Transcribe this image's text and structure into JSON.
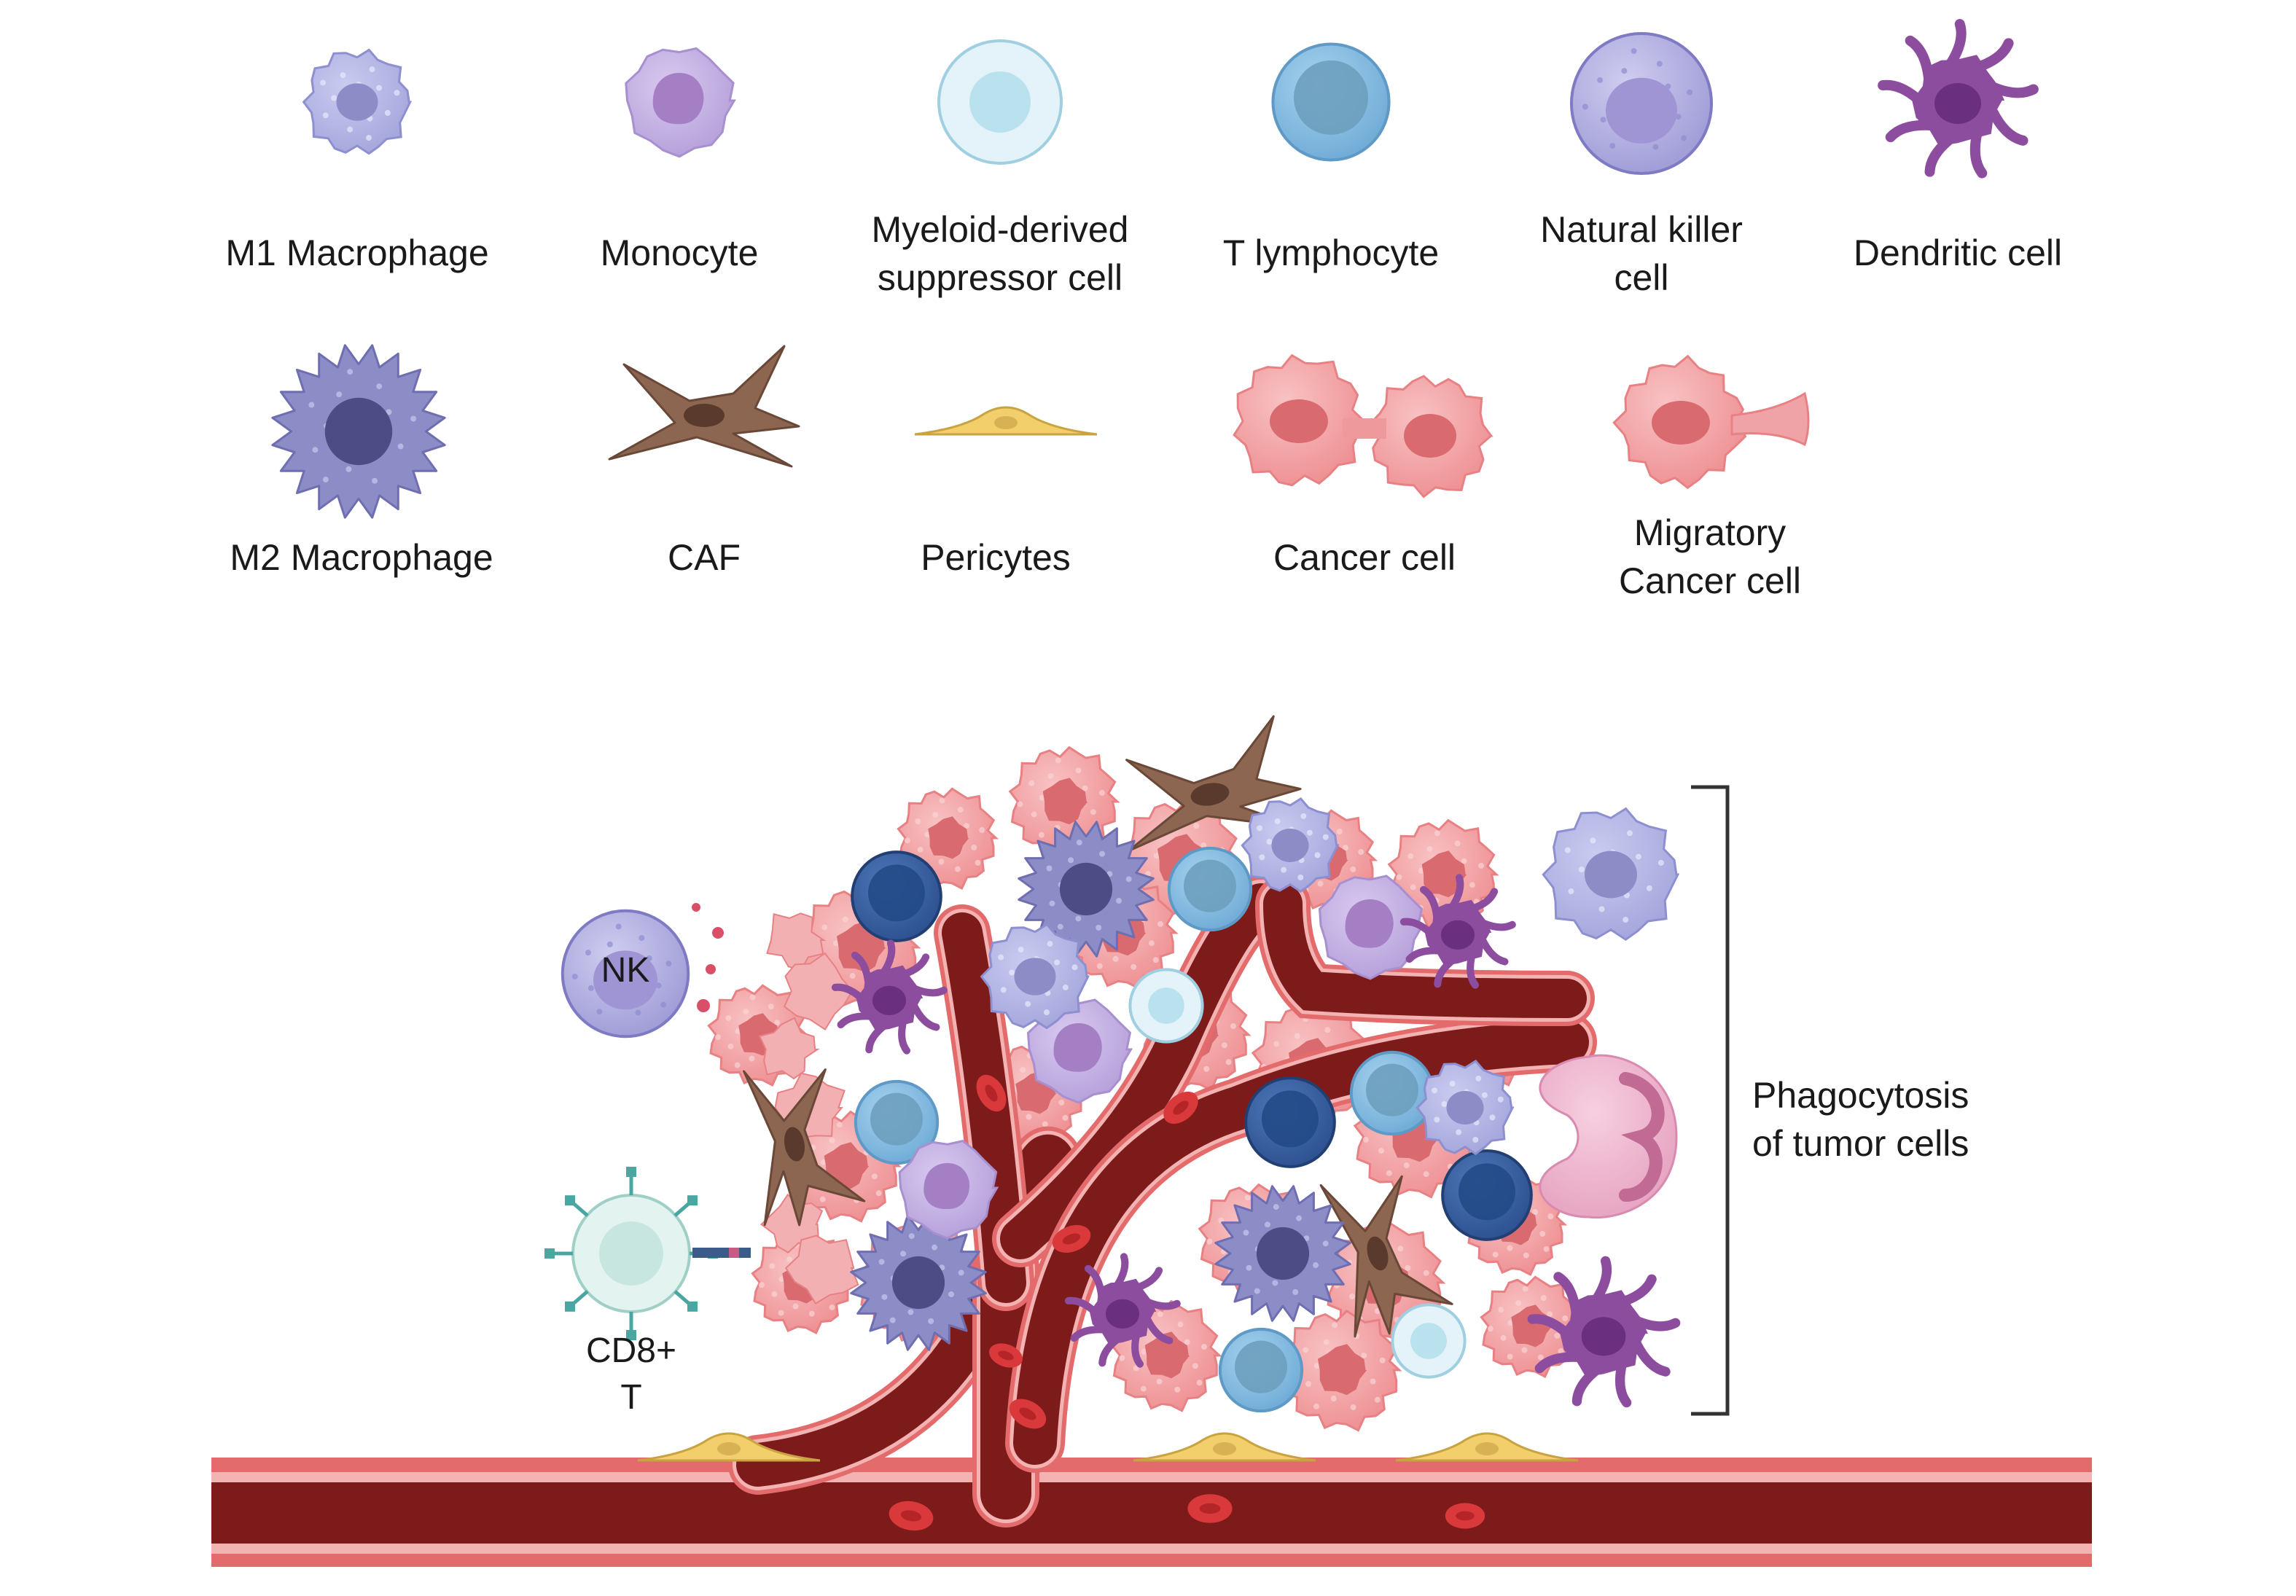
{
  "legend": {
    "row1": [
      {
        "key": "m1",
        "lines": [
          "M1 Macrophage"
        ]
      },
      {
        "key": "monocyte",
        "lines": [
          "Monocyte"
        ]
      },
      {
        "key": "mdsc",
        "lines": [
          "Myeloid-derived",
          "suppressor cell"
        ]
      },
      {
        "key": "t",
        "lines": [
          "T lymphocyte"
        ]
      },
      {
        "key": "nk",
        "lines": [
          "Natural killer",
          "cell"
        ]
      },
      {
        "key": "dc",
        "lines": [
          "Dendritic cell"
        ]
      }
    ],
    "row2": [
      {
        "key": "m2",
        "lines": [
          "M2 Macrophage"
        ]
      },
      {
        "key": "caf",
        "lines": [
          "CAF"
        ]
      },
      {
        "key": "pericyte",
        "lines": [
          "Pericytes"
        ]
      },
      {
        "key": "cancer",
        "lines": [
          "Cancer cell"
        ]
      },
      {
        "key": "migratory",
        "lines": [
          "Migratory",
          "Cancer cell"
        ]
      }
    ]
  },
  "scene": {
    "nk_label": "NK",
    "cd8_label": [
      "CD8+",
      "T"
    ],
    "phagocytosis_label": [
      "Phagocytosis",
      "of tumor cells"
    ]
  },
  "colors": {
    "m1": "#b4b6e6",
    "monocyte": "#c9b6e6",
    "mdsc": "#dff1f8",
    "t_cell": "#8ec3e3",
    "nk": "#b6b3e2",
    "dendritic": "#8c4d9f",
    "m2": "#8c8cc7",
    "caf": "#8d6652",
    "pericyte": "#f2cf6a",
    "cancer": "#f3a6a8",
    "vessel_wall": "#e46b6c",
    "vessel_lumen": "#7d1a1a",
    "rbc": "#d9393b"
  }
}
